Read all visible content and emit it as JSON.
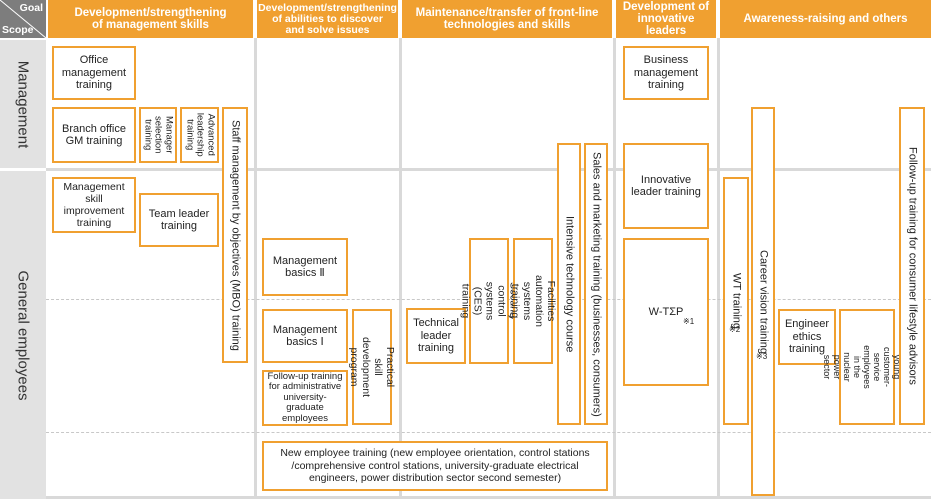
{
  "corner": {
    "goal": "Goal",
    "scope": "Scope"
  },
  "columns": [
    "Development/strengthening\nof management skills",
    "Development/strengthening\nof abilities to discover\nand solve issues",
    "Maintenance/transfer of front-line\ntechnologies and skills",
    "Development of\ninnovative leaders",
    "Awareness-raising and others"
  ],
  "rows": [
    "Management",
    "General employees"
  ],
  "boxes": {
    "office_mgmt": "Office\nmanagement\ntraining",
    "branch_gm": "Branch office\nGM training",
    "manager_selection": "Manager\nselection\ntraining",
    "advanced_leadership": "Advanced\nleadership\ntraining",
    "mbo": "Staff management by objectives (MBO) training",
    "mgmt_skill_improvement": "Management\nskill improvement\ntraining",
    "team_leader": "Team leader\ntraining",
    "mgmt_basics_2": "Management\nbasics Ⅱ",
    "mgmt_basics_1": "Management\nbasics Ⅰ",
    "practical_skill": "Practical skill\ndevelopment program",
    "follow_up_admin": "Follow-up training\nfor administrative\nuniversity-graduate\nemployees",
    "technical_leader": "Technical\nleader\ntraining",
    "ces": "Security control systems\n(CES) training",
    "facilities_automation": "Facilities automation\nsystems training",
    "intensive_tech": "Intensive technology course",
    "sales_marketing": "Sales and marketing training (businesses, consumers)",
    "business_mgmt": "Business\nmanagement\ntraining",
    "innovative_leader": "Innovative\nleader training",
    "wtsp": "W-TΣP",
    "wtsp_note": "※1",
    "wt": "WT training",
    "wt_note": "※2",
    "career_vision": "Career vision training",
    "career_vision_note": "※3",
    "engineer_ethics": "Engineer\nethics\ntraining",
    "young_csr": "Training for young\ncustomer-service\nemployees in the nuclear\npower sector",
    "follow_up_consumer": "Follow-up training for consumer lifestyle advisors",
    "new_employee": "New employee training (new employee orientation, control stations\n/comprehensive control stations, university-graduate electrical\nengineers, power distribution sector second semester)"
  },
  "colors": {
    "accent": "#f0a030",
    "row_label_bg": "#e2e2e2",
    "corner_bg": "#7d7d7d",
    "line": "#d9d9d9"
  }
}
